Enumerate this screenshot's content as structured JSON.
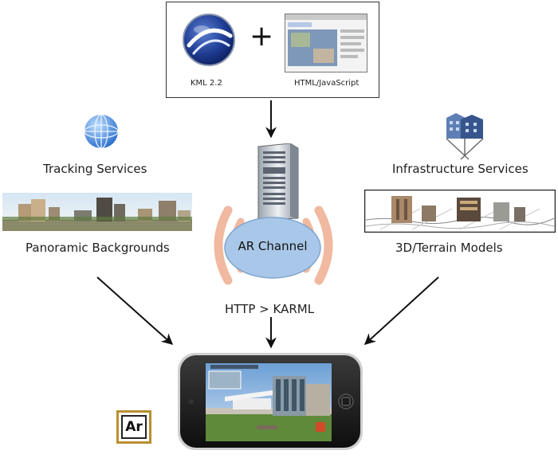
{
  "top_box": {
    "left_caption": "KML 2.2",
    "plus": "+",
    "right_caption": "HTML/JavaScript"
  },
  "left": {
    "title": "Tracking Services",
    "caption": "Panoramic Backgrounds"
  },
  "right": {
    "title": "Infrastructure Services",
    "caption": "3D/Terrain Models"
  },
  "center": {
    "channel_label": "AR Channel",
    "protocol_label": "HTTP > KARML"
  },
  "badge": {
    "text": "Ar"
  },
  "colors": {
    "channel_fill": "#a9c7e8",
    "wave": "#f0b9a0",
    "badge_border": "#b8902f",
    "arrow": "#111111"
  }
}
